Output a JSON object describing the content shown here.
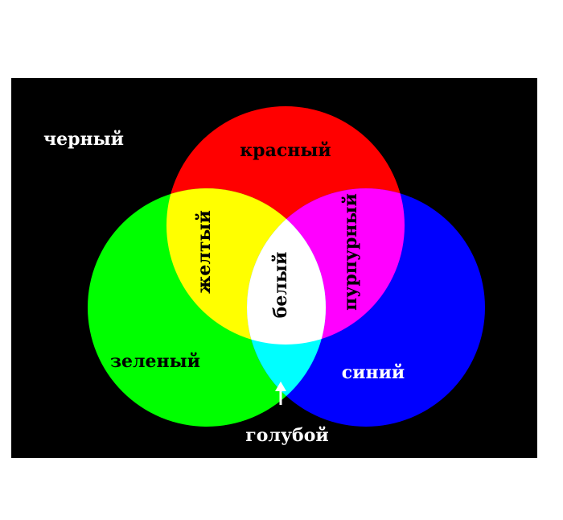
{
  "colors": {
    "background": "#000000",
    "page": "#ffffff",
    "red": "#ff0000",
    "green": "#00ff00",
    "blue": "#0000ff",
    "yellow": "#ffff00",
    "magenta": "#ff00ff",
    "cyan": "#00ffff",
    "white": "#ffffff"
  },
  "labels": {
    "black": "черный",
    "red": "красный",
    "yellow": "желтый",
    "magenta": "пурпурный",
    "white": "белый",
    "green": "зеленый",
    "blue": "синий",
    "cyan": "голубой"
  },
  "icons": {
    "cyan_pointer": "arrow-up-icon"
  }
}
